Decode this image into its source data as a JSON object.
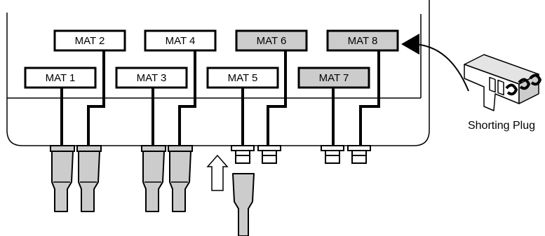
{
  "colors": {
    "ink": "#000000",
    "unconnected_fill": "#cccccc",
    "connected_fill": "#ffffff",
    "cable_fill": "#cccccc"
  },
  "mats": [
    {
      "label": "MAT 1",
      "connected": true
    },
    {
      "label": "MAT 2",
      "connected": true
    },
    {
      "label": "MAT 3",
      "connected": true
    },
    {
      "label": "MAT 4",
      "connected": true
    },
    {
      "label": "MAT 5",
      "connected": true
    },
    {
      "label": "MAT 6",
      "connected": false
    },
    {
      "label": "MAT 7",
      "connected": false
    },
    {
      "label": "MAT 8",
      "connected": false
    }
  ],
  "shorting_plug": {
    "caption": "Shorting Plug"
  }
}
